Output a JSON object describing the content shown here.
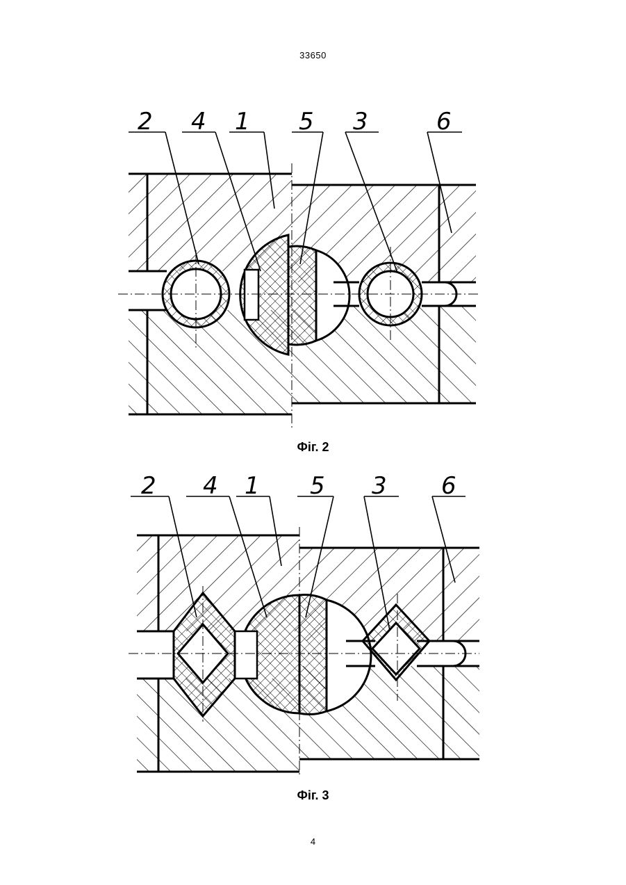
{
  "header": {
    "patent_number": "33650"
  },
  "figures": [
    {
      "caption": "Фіг. 2",
      "labels": [
        "2",
        "4",
        "1",
        "5",
        "3",
        "6"
      ]
    },
    {
      "caption": "Фіг. 3",
      "labels": [
        "2",
        "4",
        "1",
        "5",
        "3",
        "6"
      ]
    }
  ],
  "footer": {
    "page_number": "4"
  }
}
